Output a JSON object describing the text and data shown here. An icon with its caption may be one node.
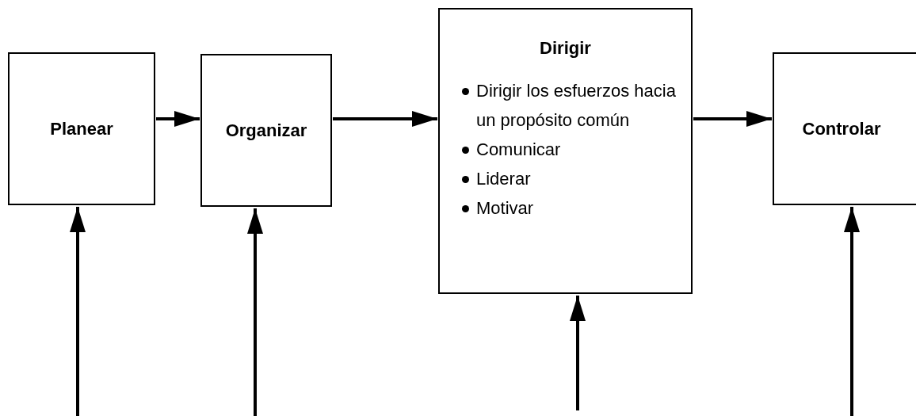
{
  "diagram": {
    "nodes": [
      {
        "text": [
          "Planear"
        ]
      },
      {
        "text": [
          "Organizar"
        ]
      },
      {
        "text": [
          "Dirigir",
          "Dirigir los esfuerzos hacia un propósito común",
          "Comunicar",
          "Liderar",
          "Motivar"
        ]
      },
      {
        "text": [
          "Controlar"
        ]
      }
    ],
    "edges": [
      {
        "from": 0,
        "to": 1,
        "arrow": "to"
      },
      {
        "from": 1,
        "to": 2,
        "arrow": "to"
      },
      {
        "from": 2,
        "to": 3,
        "arrow": "to"
      },
      {
        "from": null,
        "to": 0,
        "arrow": "to"
      },
      {
        "from": null,
        "to": 1,
        "arrow": "to"
      },
      {
        "from": null,
        "to": 2,
        "arrow": "to"
      },
      {
        "from": null,
        "to": 3,
        "arrow": "to"
      }
    ]
  }
}
